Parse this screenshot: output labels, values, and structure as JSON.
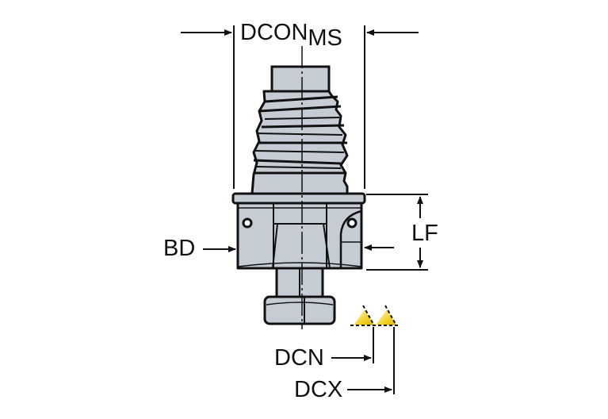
{
  "diagram": {
    "type": "technical-dimension-drawing",
    "subject": "exchangeable-head milling cutter with threaded (MS) coupling",
    "colors": {
      "background": "#ffffff",
      "body_fill": "#c5ccd4",
      "outline": "#111111",
      "insert_yellow": "#f2d22a"
    },
    "dimensions": {
      "dcon": {
        "main": "DCON",
        "subscript": "MS"
      },
      "lf": "LF",
      "bd": "BD",
      "dcn": "DCN",
      "dcx": "DCX"
    }
  }
}
